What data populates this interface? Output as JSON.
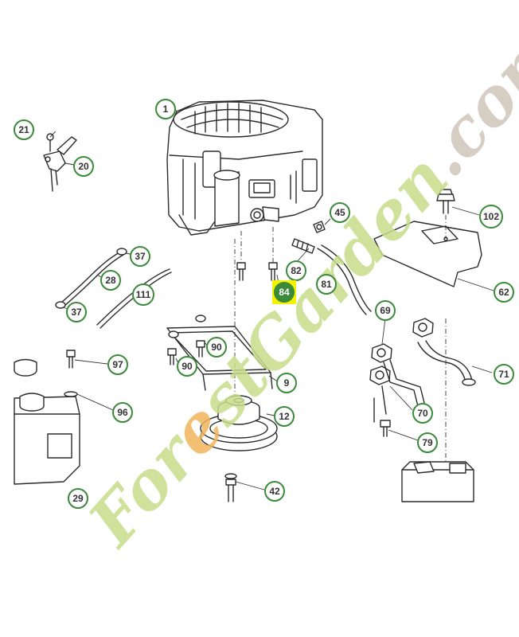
{
  "watermark": {
    "part1": "Forest",
    "part2": "Garden",
    "part3": ".com",
    "color_primary": "#c7dc8a",
    "color_accent": "#f2b45a",
    "color_secondary": "#cfc6b8"
  },
  "callouts": [
    {
      "id": "c1",
      "label": "1"
    },
    {
      "id": "c20",
      "label": "20"
    },
    {
      "id": "c21",
      "label": "21"
    },
    {
      "id": "c37a",
      "label": "37"
    },
    {
      "id": "c28",
      "label": "28"
    },
    {
      "id": "c111",
      "label": "111"
    },
    {
      "id": "c37b",
      "label": "37"
    },
    {
      "id": "c45",
      "label": "45"
    },
    {
      "id": "c82",
      "label": "82"
    },
    {
      "id": "c84",
      "label": "84"
    },
    {
      "id": "c81",
      "label": "81"
    },
    {
      "id": "c102",
      "label": "102"
    },
    {
      "id": "c62",
      "label": "62"
    },
    {
      "id": "c69",
      "label": "69"
    },
    {
      "id": "c70",
      "label": "70"
    },
    {
      "id": "c71",
      "label": "71"
    },
    {
      "id": "c79",
      "label": "79"
    },
    {
      "id": "c90a",
      "label": "90"
    },
    {
      "id": "c90b",
      "label": "90"
    },
    {
      "id": "c9",
      "label": "9"
    },
    {
      "id": "c97",
      "label": "97"
    },
    {
      "id": "c96",
      "label": "96"
    },
    {
      "id": "c12",
      "label": "12"
    },
    {
      "id": "c42",
      "label": "42"
    },
    {
      "id": "c29",
      "label": "29"
    }
  ],
  "highlight_color": "#f5f200",
  "callout_ring_color": "#3a8a3a"
}
